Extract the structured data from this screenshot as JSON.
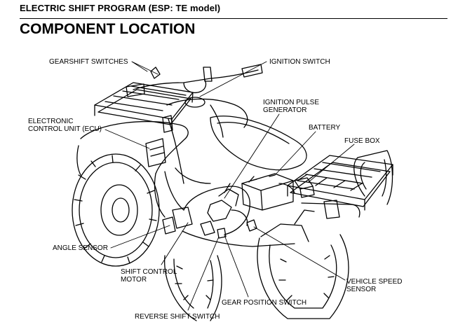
{
  "header": {
    "section_title": "ELECTRIC SHIFT PROGRAM (ESP: TE model)",
    "page_title": "COMPONENT LOCATION"
  },
  "callouts": {
    "gearshift_switches": "GEARSHIFT SWITCHES",
    "ignition_switch": "IGNITION SWITCH",
    "ignition_pulse_generator": [
      "IGNITION PULSE",
      "GENERATOR"
    ],
    "ecu": [
      "ELECTRONIC",
      "CONTROL UNIT (ECU)"
    ],
    "battery": "BATTERY",
    "fuse_box": "FUSE BOX",
    "angle_sensor": "ANGLE SENSOR",
    "shift_control_motor": [
      "SHIFT CONTROL",
      "MOTOR"
    ],
    "vehicle_speed_sensor": [
      "VEHICLE SPEED",
      "SENSOR"
    ],
    "gear_position_switch": "GEAR POSITION SWITCH",
    "reverse_shift_switch": "REVERSE SHIFT SWITCH"
  }
}
